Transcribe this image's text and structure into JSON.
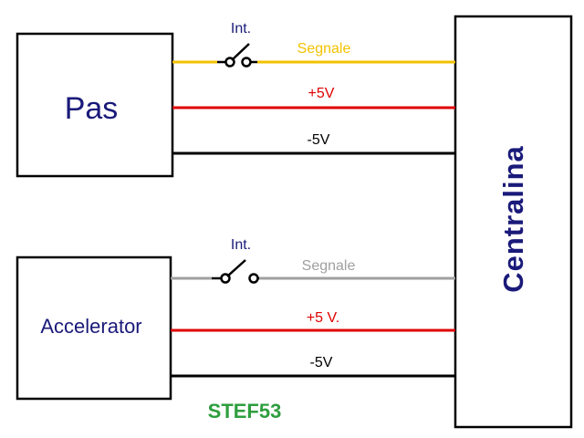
{
  "blocks": {
    "pas": "Pas",
    "accelerator": "Accelerator",
    "central": "Centralina"
  },
  "top_circuit": {
    "switch_label": "Int.",
    "signal_label": "Segnale",
    "plus_label": "+5V",
    "minus_label": "-5V"
  },
  "bottom_circuit": {
    "switch_label": "Int.",
    "signal_label": "Segnale",
    "plus_label": "+5 V.",
    "minus_label": "-5V"
  },
  "signature": "STEF53",
  "colors": {
    "block_text": "#1a1a7a",
    "signal_top": "#f2c200",
    "signal_bottom": "#a0a0a0",
    "plus": "#e00000",
    "minus": "#000000",
    "signature": "#2e9e3e"
  }
}
